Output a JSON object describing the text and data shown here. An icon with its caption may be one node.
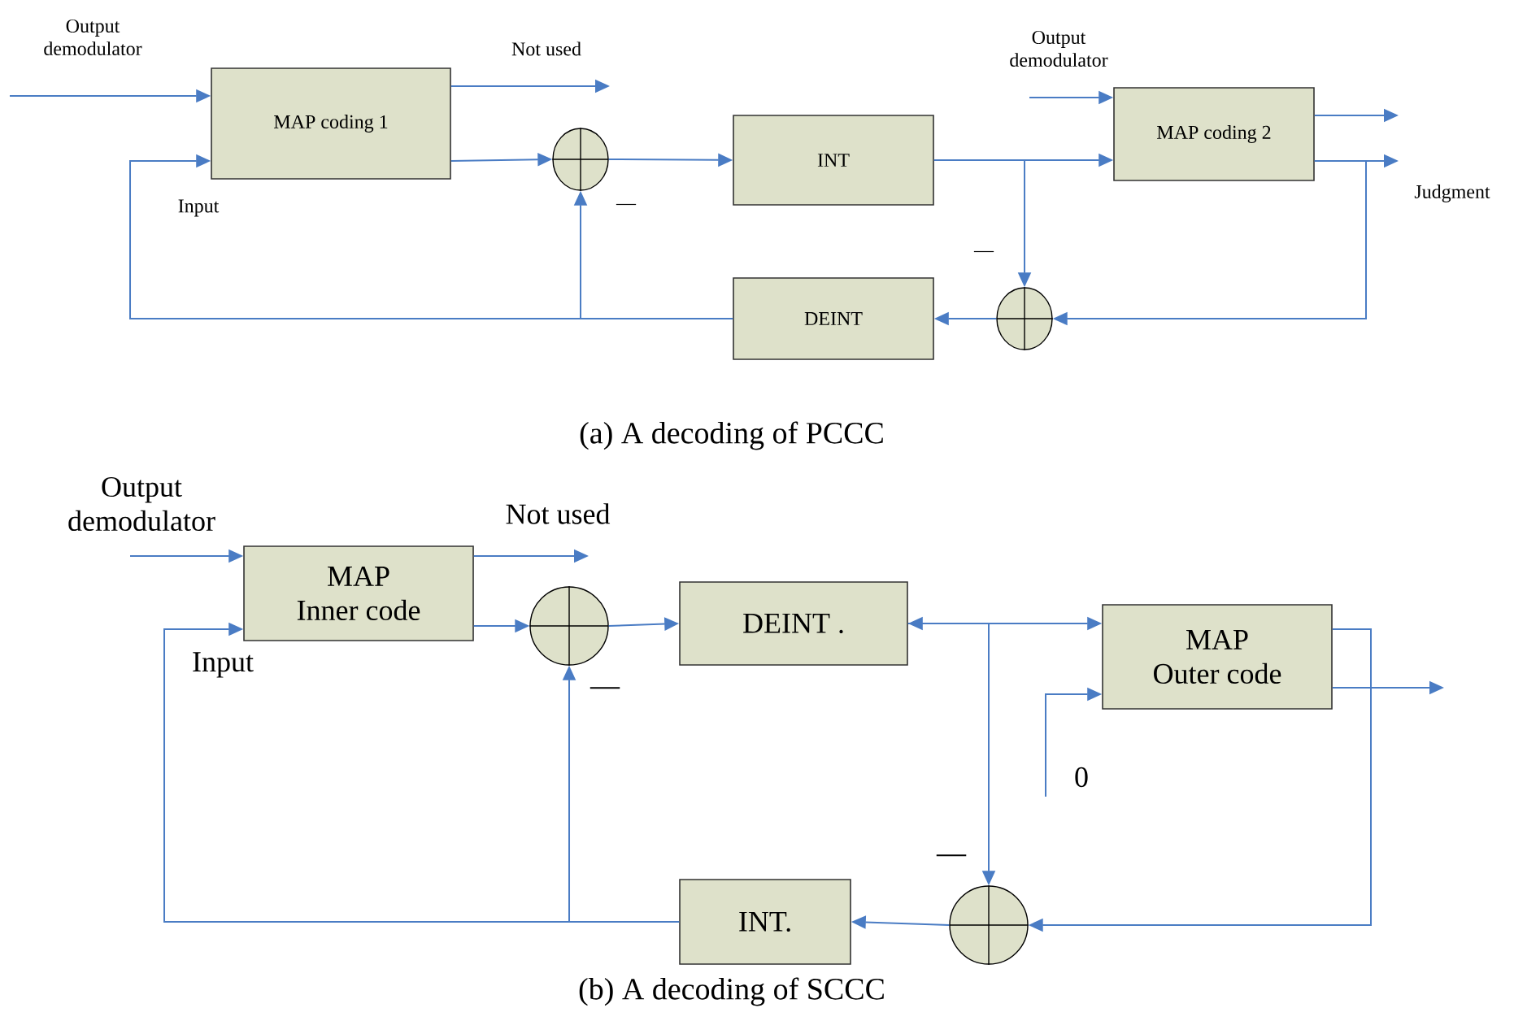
{
  "diagram": {
    "nodes": [
      {
        "text": [
          "MAP coding 1"
        ]
      },
      {
        "text": [],
        "shape": "circle"
      },
      {
        "text": [
          "INT"
        ]
      },
      {
        "text": [
          "MAP coding 2"
        ]
      },
      {
        "text": [],
        "shape": "circle"
      },
      {
        "text": [
          "DEINT"
        ]
      },
      {
        "text": [
          "MAP",
          "Inner code"
        ]
      },
      {
        "text": [],
        "shape": "circle"
      },
      {
        "text": [
          "DEINT ."
        ]
      },
      {
        "text": [
          "MAP",
          "Outer code"
        ]
      },
      {
        "text": [],
        "shape": "circle"
      },
      {
        "text": [
          "INT."
        ]
      }
    ],
    "edges": [
      {
        "from": null,
        "to": 0,
        "arrow": "to"
      },
      {
        "from": 0,
        "to": null,
        "arrow": "to"
      },
      {
        "from": 0,
        "to": 1,
        "arrow": "to"
      },
      {
        "from": 1,
        "to": 2,
        "arrow": "to"
      },
      {
        "from": 2,
        "to": 3,
        "arrow": "to"
      },
      {
        "from": 2,
        "to": 4,
        "arrow": "to"
      },
      {
        "from": null,
        "to": 3,
        "arrow": "to"
      },
      {
        "from": 3,
        "to": null,
        "arrow": "to"
      },
      {
        "from": 3,
        "to": null,
        "arrow": "to"
      },
      {
        "from": 3,
        "to": 4,
        "arrow": "to"
      },
      {
        "from": 4,
        "to": 5,
        "arrow": "to"
      },
      {
        "from": 5,
        "to": 0,
        "arrow": "to"
      },
      {
        "from": 5,
        "to": 1,
        "arrow": "to"
      },
      {
        "from": null,
        "to": 6,
        "arrow": "to"
      },
      {
        "from": 6,
        "to": null,
        "arrow": "to"
      },
      {
        "from": 6,
        "to": 7,
        "arrow": "to"
      },
      {
        "from": 7,
        "to": 8,
        "arrow": "to"
      },
      {
        "from": 8,
        "to": 9,
        "arrow": "both"
      },
      {
        "from": 8,
        "to": 10,
        "arrow": "to"
      },
      {
        "from": null,
        "to": 9,
        "arrow": "to"
      },
      {
        "from": 9,
        "to": null,
        "arrow": "to"
      },
      {
        "from": 9,
        "to": 10,
        "arrow": "to"
      },
      {
        "from": 10,
        "to": 11,
        "arrow": "to"
      },
      {
        "from": 11,
        "to": 6,
        "arrow": "to"
      },
      {
        "from": 11,
        "to": 7,
        "arrow": "to"
      }
    ],
    "labels": [
      "Output demodulator",
      "Not used",
      "Input",
      "—",
      "Output demodulator",
      "Judgment",
      "—",
      "(a) A decoding of PCCC",
      "Output demodulator",
      "Not used",
      "Input",
      "—",
      "0",
      "—",
      "(b) A decoding of SCCC"
    ]
  }
}
